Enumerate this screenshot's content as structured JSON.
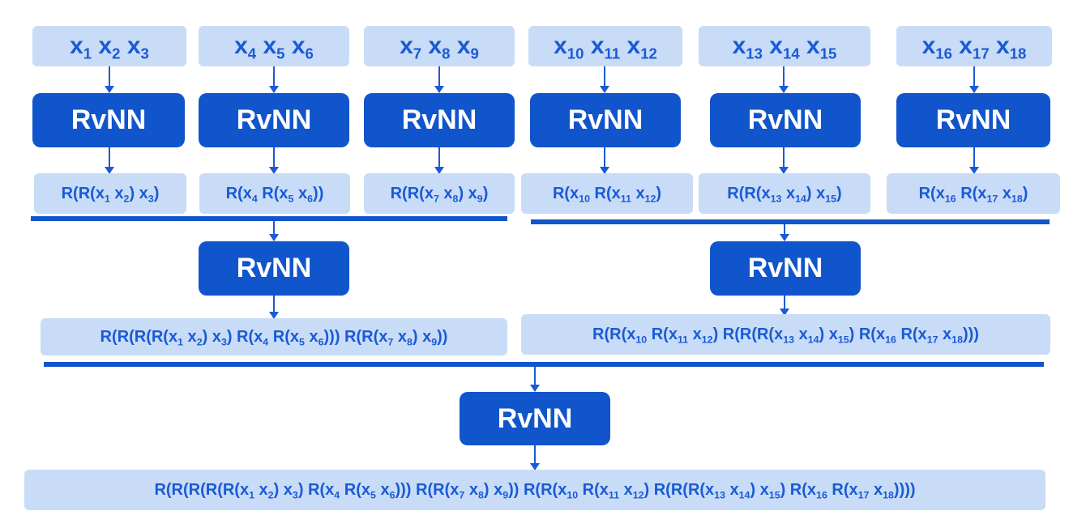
{
  "diagram": {
    "rvnn_label": "RvNN",
    "level0": {
      "inputs": [
        [
          [
            "x",
            "1"
          ],
          [
            "x",
            "2"
          ],
          [
            "x",
            "3"
          ]
        ],
        [
          [
            "x",
            "4"
          ],
          [
            "x",
            "5"
          ],
          [
            "x",
            "6"
          ]
        ],
        [
          [
            "x",
            "7"
          ],
          [
            "x",
            "8"
          ],
          [
            "x",
            "9"
          ]
        ],
        [
          [
            "x",
            "10"
          ],
          [
            "x",
            "11"
          ],
          [
            "x",
            "12"
          ]
        ],
        [
          [
            "x",
            "13"
          ],
          [
            "x",
            "14"
          ],
          [
            "x",
            "15"
          ]
        ],
        [
          [
            "x",
            "16"
          ],
          [
            "x",
            "17"
          ],
          [
            "x",
            "18"
          ]
        ]
      ],
      "outputs": [
        [
          [
            "R(R(x",
            "1"
          ],
          [
            " x",
            "2"
          ],
          [
            ") x",
            "3"
          ],
          [
            ")",
            ""
          ]
        ],
        [
          [
            "R(x",
            "4"
          ],
          [
            " R(x",
            "5"
          ],
          [
            " x",
            "6"
          ],
          [
            "))",
            ""
          ]
        ],
        [
          [
            "R(R(x",
            "7"
          ],
          [
            " x",
            "8"
          ],
          [
            ") x",
            "9"
          ],
          [
            ")",
            ""
          ]
        ],
        [
          [
            "R(x",
            "10"
          ],
          [
            " R(x",
            "11"
          ],
          [
            " x",
            "12"
          ],
          [
            ")",
            ""
          ]
        ],
        [
          [
            "R(R(x",
            "13"
          ],
          [
            " x",
            "14"
          ],
          [
            ") x",
            "15"
          ],
          [
            ")",
            ""
          ]
        ],
        [
          [
            "R(x",
            "16"
          ],
          [
            " R(x",
            "17"
          ],
          [
            " x",
            "18"
          ],
          [
            ")",
            ""
          ]
        ]
      ]
    },
    "level1": {
      "outputs": [
        [
          [
            "R(R(R(R(x",
            "1"
          ],
          [
            " x",
            "2"
          ],
          [
            ") x",
            "3"
          ],
          [
            ") R(x",
            "4"
          ],
          [
            " R(x",
            "5"
          ],
          [
            " x",
            "6"
          ],
          [
            "))) R(R(x",
            "7"
          ],
          [
            " x",
            "8"
          ],
          [
            ") x",
            "9"
          ],
          [
            "))",
            ""
          ]
        ],
        [
          [
            "R(R(x",
            "10"
          ],
          [
            " R(x",
            "11"
          ],
          [
            " x",
            "12"
          ],
          [
            ") R(R(R(x",
            "13"
          ],
          [
            " x",
            "14"
          ],
          [
            ") x",
            "15"
          ],
          [
            ") R(x",
            "16"
          ],
          [
            " R(x",
            "17"
          ],
          [
            " x",
            "18"
          ],
          [
            ")))",
            ""
          ]
        ]
      ]
    },
    "level2": {
      "output": [
        [
          "R(R(R(R(R(x",
          "1"
        ],
        [
          " x",
          "2"
        ],
        [
          ") x",
          "3"
        ],
        [
          ") R(x",
          "4"
        ],
        [
          " R(x",
          "5"
        ],
        [
          " x",
          "6"
        ],
        [
          "))) R(R(x",
          "7"
        ],
        [
          " x",
          "8"
        ],
        [
          ") x",
          "9"
        ],
        [
          ")) R(R(x",
          "10"
        ],
        [
          " R(x",
          "11"
        ],
        [
          " x",
          "12"
        ],
        [
          ") R(R(R(x",
          "13"
        ],
        [
          " x",
          "14"
        ],
        [
          ") x",
          "15"
        ],
        [
          ") R(x",
          "16"
        ],
        [
          " R(x",
          "17"
        ],
        [
          " x",
          "18"
        ],
        [
          "))))",
          ""
        ]
      ]
    }
  }
}
